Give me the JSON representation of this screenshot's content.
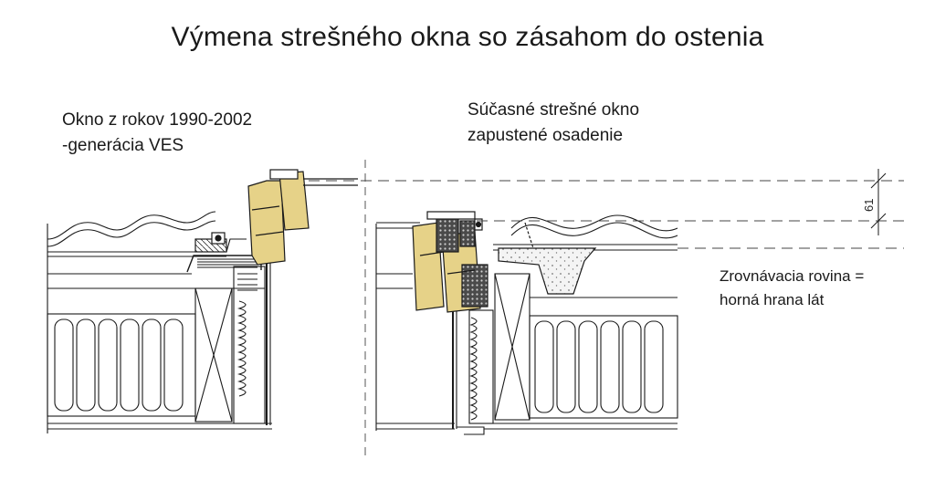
{
  "title": "Výmena strešného okna so zásahom do ostenia",
  "left_label": {
    "line1": "Okno z rokov 1990-2002",
    "line2": "-generácia VES"
  },
  "right_label": {
    "line1": "Súčasné strešné okno",
    "line2": "zapustené osadenie"
  },
  "level_label": {
    "line1": "Zrovnávacia rovina =",
    "line2": "horná hrana lát"
  },
  "dimension": {
    "value": "61"
  },
  "colors": {
    "wood": "#e6d288",
    "line": "#1a1a1a",
    "concrete": "#cfcfcf"
  }
}
